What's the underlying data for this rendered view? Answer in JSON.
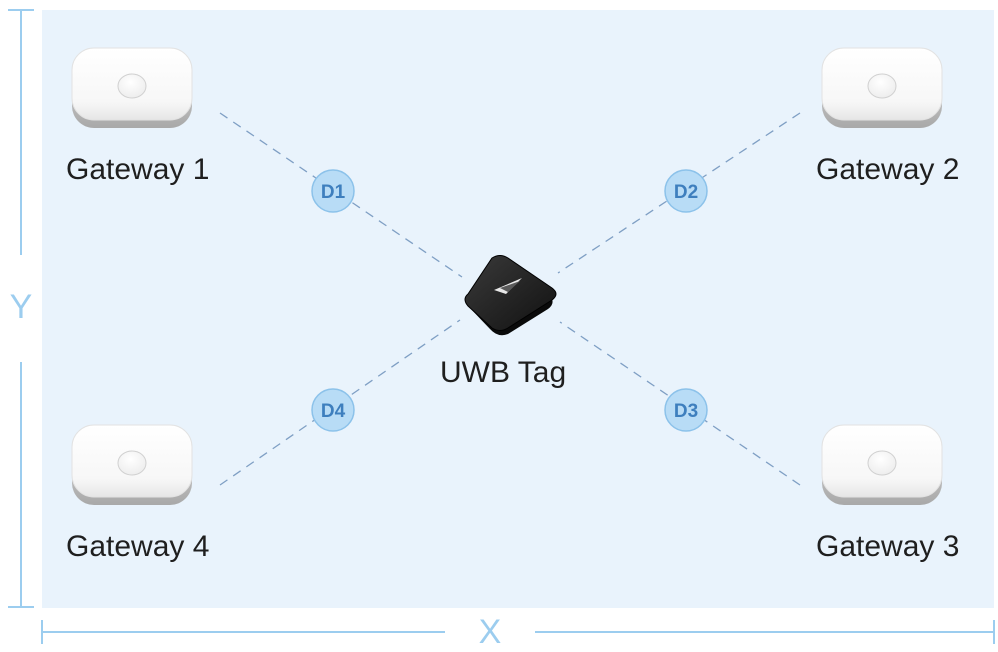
{
  "gateways": [
    {
      "name": "Gateway 1"
    },
    {
      "name": "Gateway 2"
    },
    {
      "name": "Gateway 3"
    },
    {
      "name": "Gateway 4"
    }
  ],
  "tag": {
    "name": "UWB Tag"
  },
  "distances": [
    "D1",
    "D2",
    "D3",
    "D4"
  ],
  "axes": {
    "x": "X",
    "y": "Y"
  },
  "colors": {
    "area_bg": "#e9f3fc",
    "axis": "#9ccdef",
    "dash": "#7f9fc4",
    "badge_fill": "#b8dcf6",
    "badge_stroke": "#8cc2ea",
    "badge_text": "#3e7fbe",
    "tag_body": "#1c1c1c"
  }
}
